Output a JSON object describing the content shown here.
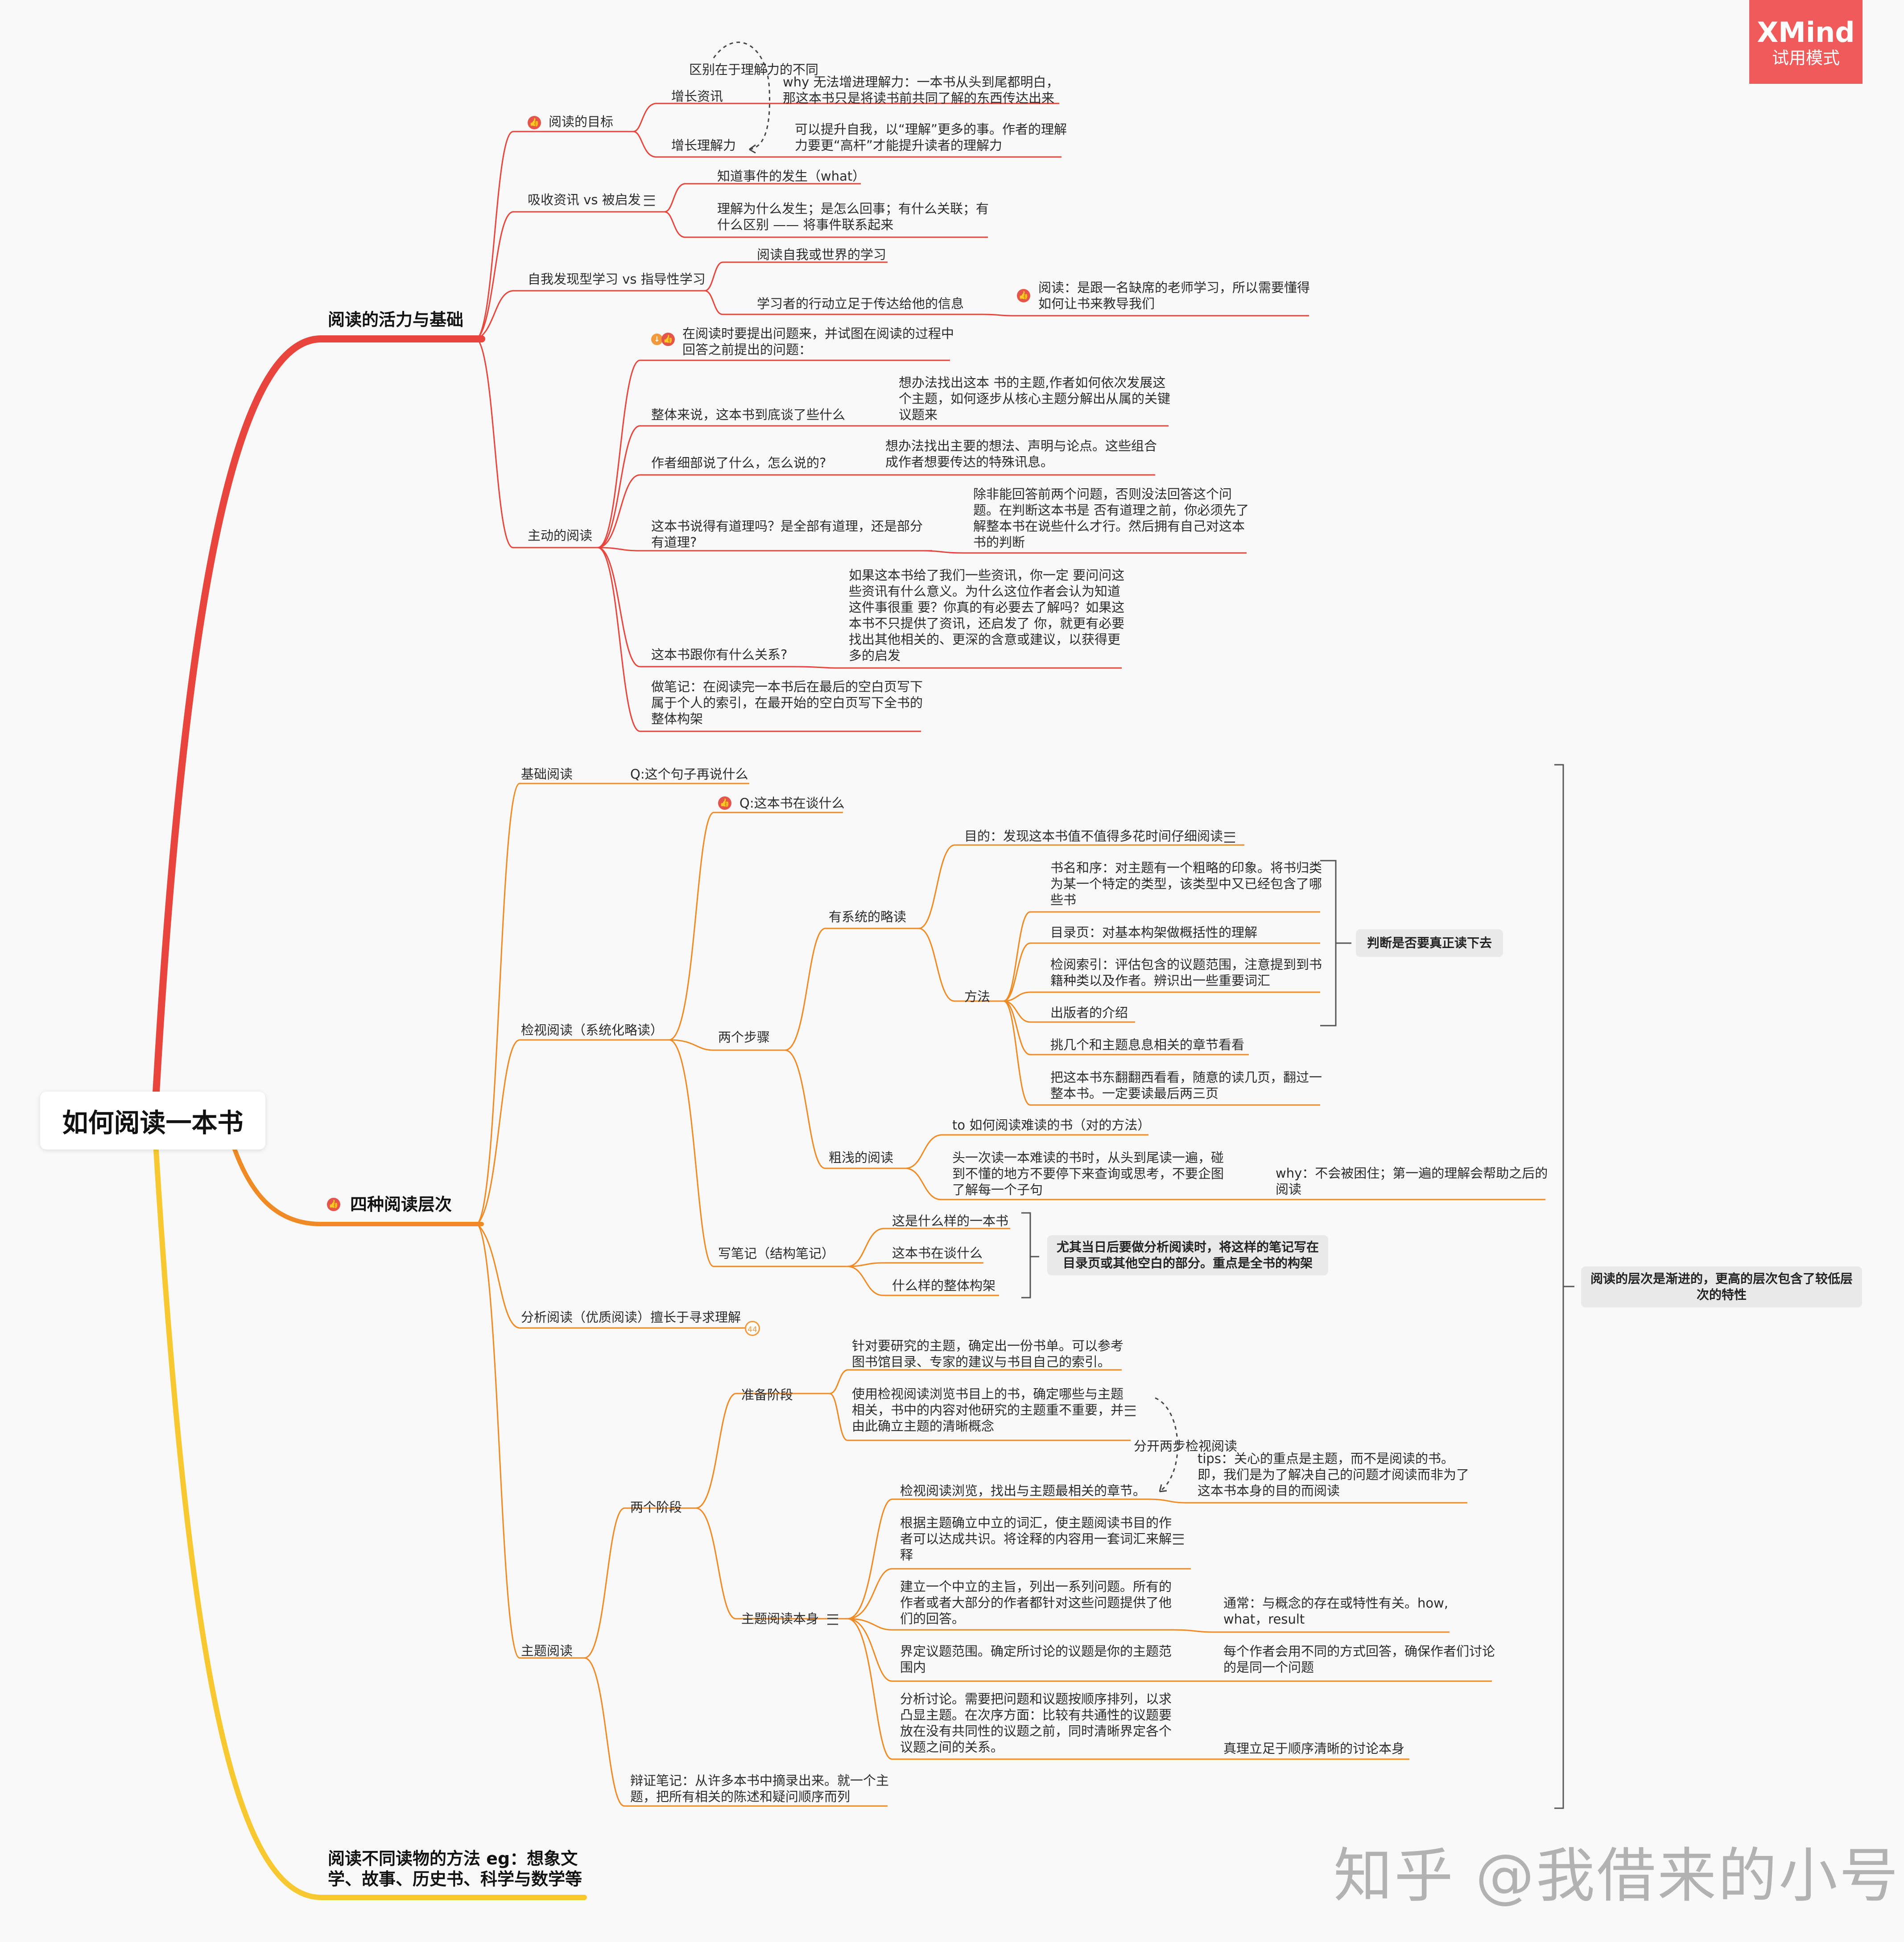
{
  "root": "如何阅读一本书",
  "xmind": {
    "name": "XMind",
    "mode": "试用模式"
  },
  "watermark": "知乎 @我借来的小号",
  "branch1": {
    "title": "阅读的活力与基础",
    "goal": {
      "label": "阅读的目标",
      "relation": "区别在于理解力的不同",
      "info": "增长资讯",
      "info_why": "why 无法增进理解力：一本书从头到尾都明白，\n那这本书只是将读书前共同了解的东西传达出来",
      "understanding": "增长理解力",
      "understanding_note": "可以提升自我，以“理解”更多的事。作者的理解\n力要更“高杆”才能提升读者的理解力"
    },
    "absorb": {
      "label": "吸收资讯 vs 被启发",
      "what": "知道事件的发生（what）",
      "why": "理解为什么发生；是怎么回事；有什么关联；有\n什么区别 —— 将事件联系起来"
    },
    "discover": {
      "label": "自我发现型学习 vs 指导性学习",
      "self": "阅读自我或世界的学习",
      "guided": "学习者的行动立足于传达给他的信息",
      "guided_note": "阅读：是跟一名缺席的老师学习，所以需要懂得\n如何让书来教导我们"
    },
    "active": {
      "label": "主动的阅读",
      "ask": "在阅读时要提出问题来，并试图在阅读的过程中\n回答之前提出的问题：",
      "q1": "整体来说，这本书到底谈了些什么",
      "q1_note": "想办法找出这本 书的主题,作者如何依次发展这\n个主题，如何逐步从核心主题分解出从属的关键\n议题来",
      "q2": "作者细部说了什么，怎么说的?",
      "q2_note": "想办法找出主要的想法、声明与论点。这些组合\n成作者想要传达的特殊讯息。",
      "q3": "这本书说得有道理吗？是全部有道理，还是部分\n有道理?",
      "q3_note": "除非能回答前两个问题，否则没法回答这个问\n题。在判断这本书是 否有道理之前，你必须先了\n解整本书在说些什么才行。然后拥有自己对这本\n书的判断",
      "q4": "这本书跟你有什么关系?",
      "q4_note": "如果这本书给了我们一些资讯，你一定 要问问这\n些资讯有什么意义。为什么这位作者会认为知道\n这件事很重 要？你真的有必要去了解吗？如果这\n本书不只提供了资讯，还启发了 你，就更有必要\n找出其他相关的、更深的含意或建议，以获得更\n多的启发",
      "notes": "做笔记：在阅读完一本书后在最后的空白页写下\n属于个人的索引，在最开始的空白页写下全书的\n整体构架"
    }
  },
  "branch2": {
    "title": "四种阅读层次",
    "basic": {
      "label": "基础阅读",
      "q": "Q:这个句子再说什么"
    },
    "inspect": {
      "label": "检视阅读（系统化略读）",
      "q": "Q:这本书在谈什么",
      "two_steps": "两个步骤",
      "skim": {
        "label": "有系统的略读",
        "purpose": "目的：发现这本书值不值得多花时间仔细阅读",
        "method": "方法",
        "m1": "书名和序：对主题有一个粗略的印象。将书归类\n为某一个特定的类型，该类型中又已经包含了哪\n些书",
        "m2": "目录页：对基本构架做概括性的理解",
        "m3": "检阅索引：评估包含的议题范围，注意提到到书\n籍种类以及作者。辨识出一些重要词汇",
        "m4": "出版者的介绍",
        "m5": "挑几个和主题息息相关的章节看看",
        "m6": "把这本书东翻翻西看看，随意的读几页，翻过一\n整本书。一定要读最后两三页",
        "summary": "判断是否要真正读下去"
      },
      "shallow": {
        "label": "粗浅的阅读",
        "to": "to 如何阅读难读的书（对的方法）",
        "desc": "头一次读一本难读的书时，从头到尾读一遍，碰\n到不懂的地方不要停下来查询或思考，不要企图\n了解每一个子句",
        "why": "why：不会被困住；第一遍的理解会帮助之后的\n阅读"
      },
      "notes": {
        "label": "写笔记（结构笔记）",
        "n1": "这是什么样的一本书",
        "n2": "这本书在谈什么",
        "n3": "什么样的整体构架",
        "summary": "尤其当日后要做分析阅读时，将这样的笔记写在\n目录页或其他空白的部分。重点是全书的构架"
      }
    },
    "analytic": {
      "label": "分析阅读（优质阅读）擅长于寻求理解",
      "badge": "44"
    },
    "syntopic": {
      "label": "主题阅读",
      "two_phases": "两个阶段",
      "prep": {
        "label": "准备阶段",
        "p1": "针对要研究的主题，确定出一份书单。可以参考\n图书馆目录、专家的建议与书目自己的索引。",
        "p2": "使用检视阅读浏览书目上的书，确定哪些与主题\n相关，书中的内容对他研究的主题重不重要，并\n由此确立主题的清晰概念",
        "relation": "分开两步检视阅读"
      },
      "self": {
        "label": "主题阅读本身",
        "s1": "检视阅读浏览，找出与主题最相关的章节。",
        "s1_tip": "tips：关心的重点是主题，而不是阅读的书。\n即，我们是为了解决自己的问题才阅读而非为了\n这本书本身的目的而阅读",
        "s2": "根据主题确立中立的词汇，使主题阅读书目的作\n者可以达成共识。将诠释的内容用一套词汇来解\n释",
        "s3": "建立一个中立的主旨，列出一系列问题。所有的\n作者或者大部分的作者都针对这些问题提供了他\n们的回答。",
        "s3_note": "通常：与概念的存在或特性有关。how,\nwhat，result",
        "s4": "界定议题范围。确定所讨论的议题是你的主题范\n围内",
        "s4_note": "每个作者会用不同的方式回答，确保作者们讨论\n的是同一个问题",
        "s5": "分析讨论。需要把问题和议题按顺序排列，以求\n凸显主题。在次序方面：比较有共通性的议题要\n放在没有共同性的议题之前，同时清晰界定各个\n议题之间的关系。",
        "s5_note": "真理立足于顺序清晰的讨论本身"
      },
      "argument": "辩证笔记：从许多本书中摘录出来。就一个主\n题，把所有相关的陈述和疑问顺序而列"
    },
    "summary": "阅读的层次是渐进的，更高的层次包含了较低层\n次的特性"
  },
  "branch3": {
    "title": "阅读不同读物的方法  eg：想象文\n学、故事、历史书、科学与数学等"
  },
  "colors": {
    "red": "#e8453c",
    "orange": "#f08a24",
    "yellow": "#f7c830"
  }
}
